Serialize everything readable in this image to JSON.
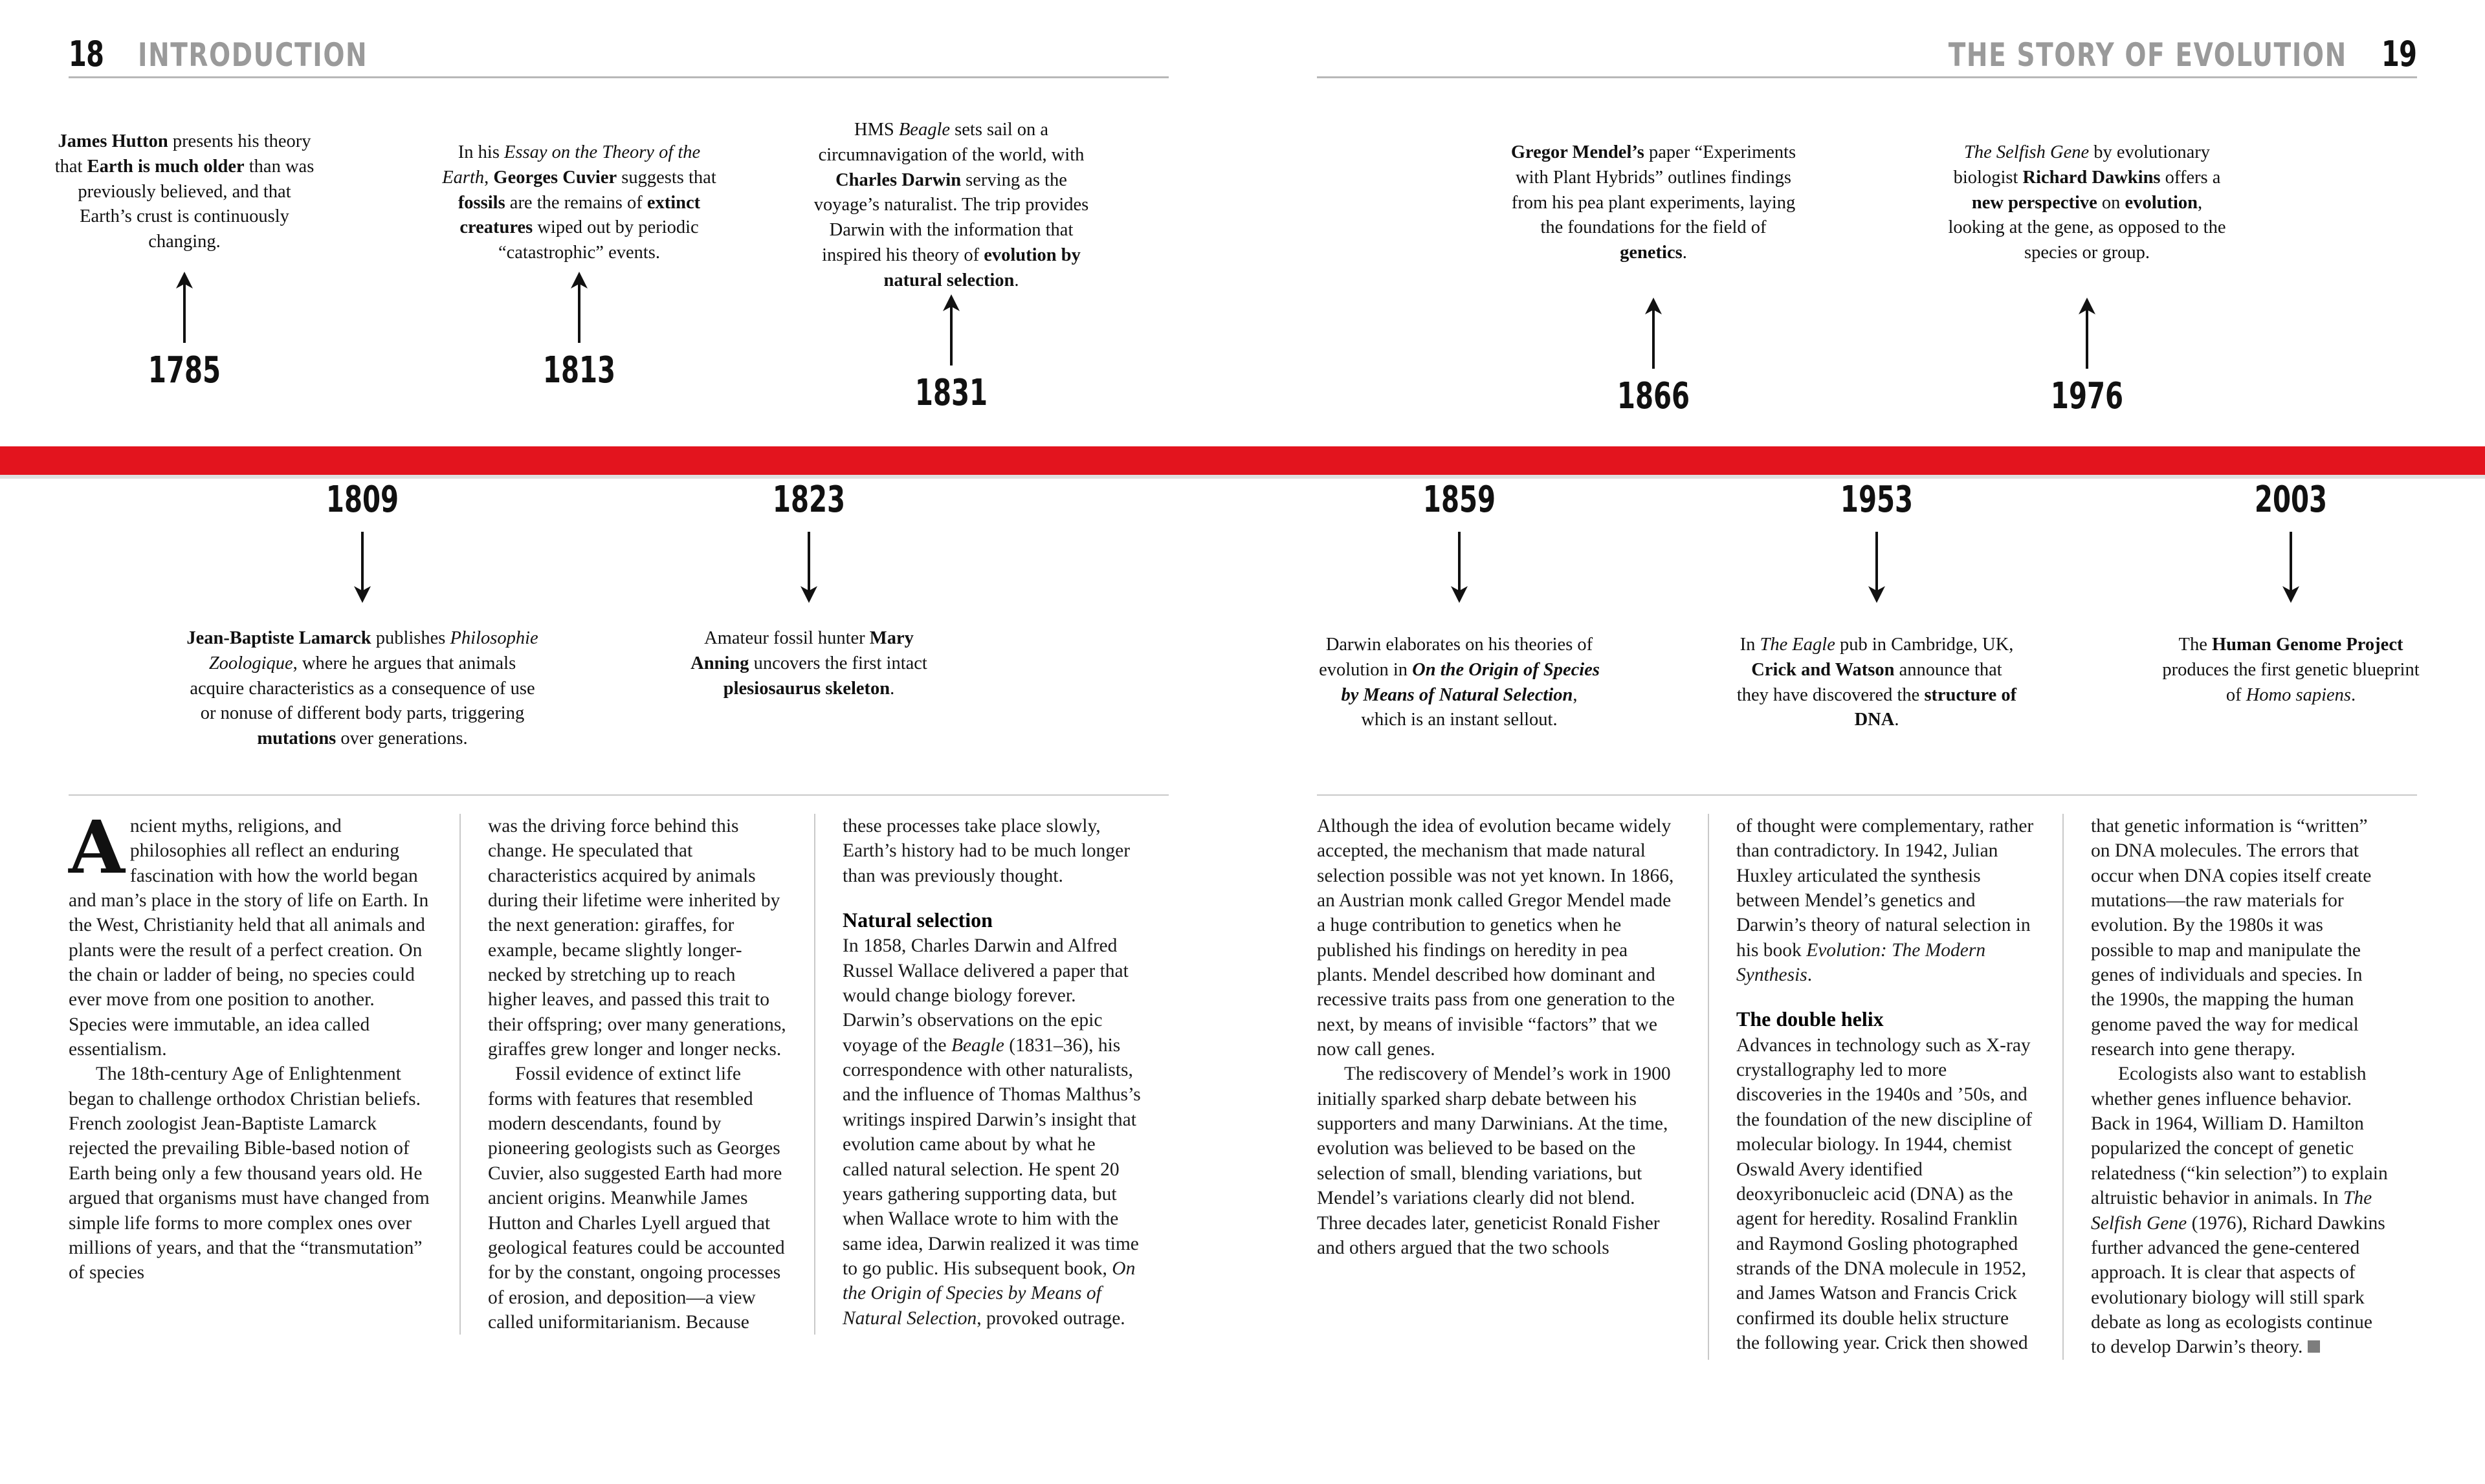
{
  "spread": {
    "left_page": {
      "folio": "18",
      "section": "INTRODUCTION"
    },
    "right_page": {
      "folio": "19",
      "section": "THE STORY OF EVOLUTION"
    },
    "accent_color": "#e3141e",
    "rule_color": "#c9c9c9",
    "section_color": "#9a9a9a"
  },
  "timeline": {
    "above": [
      {
        "year": "1785",
        "text_parts": [
          {
            "t": "James Hutton",
            "s": "b"
          },
          {
            "t": " presents his theory that ",
            "s": ""
          },
          {
            "t": "Earth is much older",
            "s": "b"
          },
          {
            "t": " than was previously believed, and that Earth’s crust is continuously changing.",
            "s": ""
          }
        ]
      },
      {
        "year": "1813",
        "text_parts": [
          {
            "t": "In his ",
            "s": ""
          },
          {
            "t": "Essay on the Theory of the Earth",
            "s": "i"
          },
          {
            "t": ", ",
            "s": ""
          },
          {
            "t": "Georges Cuvier",
            "s": "b"
          },
          {
            "t": " suggests that ",
            "s": ""
          },
          {
            "t": "fossils",
            "s": "b"
          },
          {
            "t": " are the remains of ",
            "s": ""
          },
          {
            "t": "extinct creatures",
            "s": "b"
          },
          {
            "t": " wiped out by periodic “catastrophic” events.",
            "s": ""
          }
        ]
      },
      {
        "year": "1831",
        "text_parts": [
          {
            "t": "HMS ",
            "s": ""
          },
          {
            "t": "Beagle",
            "s": "i"
          },
          {
            "t": " sets sail on a circumnavigation of the world, with ",
            "s": ""
          },
          {
            "t": "Charles Darwin",
            "s": "b"
          },
          {
            "t": " serving as the voyage’s naturalist. The trip provides Darwin with the information that inspired his theory of ",
            "s": ""
          },
          {
            "t": "evolution by natural selection",
            "s": "b"
          },
          {
            "t": ".",
            "s": ""
          }
        ]
      },
      {
        "year": "1866",
        "text_parts": [
          {
            "t": "Gregor Mendel’s",
            "s": "b"
          },
          {
            "t": " paper “Experiments with Plant Hybrids” outlines findings from his pea plant experiments, laying the foundations for the field of ",
            "s": ""
          },
          {
            "t": "genetics",
            "s": "b"
          },
          {
            "t": ".",
            "s": ""
          }
        ]
      },
      {
        "year": "1976",
        "text_parts": [
          {
            "t": "The Selfish Gene",
            "s": "i"
          },
          {
            "t": " by evolutionary biologist ",
            "s": ""
          },
          {
            "t": "Richard Dawkins",
            "s": "b"
          },
          {
            "t": " offers a ",
            "s": ""
          },
          {
            "t": "new perspective",
            "s": "b"
          },
          {
            "t": " on ",
            "s": ""
          },
          {
            "t": "evolution",
            "s": "b"
          },
          {
            "t": ", looking at the gene, as opposed to the species or group.",
            "s": ""
          }
        ]
      }
    ],
    "below": [
      {
        "year": "1809",
        "text_parts": [
          {
            "t": "Jean-Baptiste Lamarck",
            "s": "b"
          },
          {
            "t": " publishes ",
            "s": ""
          },
          {
            "t": "Philosophie Zoologique",
            "s": "i"
          },
          {
            "t": ", where he argues that animals acquire characteristics as a consequence of use or nonuse of different body parts, triggering ",
            "s": ""
          },
          {
            "t": "mutations",
            "s": "b"
          },
          {
            "t": " over generations.",
            "s": ""
          }
        ]
      },
      {
        "year": "1823",
        "text_parts": [
          {
            "t": "Amateur fossil hunter ",
            "s": ""
          },
          {
            "t": "Mary Anning",
            "s": "b"
          },
          {
            "t": " uncovers the first intact ",
            "s": ""
          },
          {
            "t": "plesiosaurus skeleton",
            "s": "b"
          },
          {
            "t": ".",
            "s": ""
          }
        ]
      },
      {
        "year": "1859",
        "text_parts": [
          {
            "t": "Darwin elaborates on his theories of evolution in ",
            "s": ""
          },
          {
            "t": "On the Origin of Species by Means of Natural Selection",
            "s": "bi"
          },
          {
            "t": ", which is an instant sellout.",
            "s": ""
          }
        ]
      },
      {
        "year": "1953",
        "text_parts": [
          {
            "t": "In ",
            "s": ""
          },
          {
            "t": "The Eagle",
            "s": "i"
          },
          {
            "t": " pub in Cambridge, UK, ",
            "s": ""
          },
          {
            "t": "Crick and Watson",
            "s": "b"
          },
          {
            "t": " announce that they have discovered the ",
            "s": ""
          },
          {
            "t": "structure of DNA",
            "s": "b"
          },
          {
            "t": ".",
            "s": ""
          }
        ]
      },
      {
        "year": "2003",
        "text_parts": [
          {
            "t": "The ",
            "s": ""
          },
          {
            "t": "Human Genome Project",
            "s": "b"
          },
          {
            "t": " produces the first genetic blueprint of ",
            "s": ""
          },
          {
            "t": "Homo sapiens",
            "s": "i"
          },
          {
            "t": ".",
            "s": ""
          }
        ]
      }
    ]
  },
  "article": {
    "columns": [
      {
        "id": "col-1",
        "blocks": [
          {
            "type": "p-dropcap",
            "dropcap": "A",
            "parts": [
              {
                "t": "ncient myths, religions, and philosophies all reflect an enduring fascination with how the world began and man’s place in the story of life on Earth. In the West, Christianity held that all animals and plants were the result of a perfect creation. On the chain or ladder of being, no species could ever move from one position to another. Species were immutable, an idea called essentialism.",
                "s": ""
              }
            ]
          },
          {
            "type": "p-indent",
            "parts": [
              {
                "t": "The 18th-century Age of Enlightenment began to challenge orthodox Christian beliefs. French zoologist Jean-Baptiste Lamarck rejected the prevailing Bible-based notion of Earth being only a few thousand years old. He argued that organisms must have changed from simple life forms to more complex ones over millions of years, and that the “transmutation” of species",
                "s": ""
              }
            ]
          }
        ]
      },
      {
        "id": "col-2",
        "blocks": [
          {
            "type": "p",
            "parts": [
              {
                "t": "was the driving force behind this change. He speculated that characteristics acquired by animals during their lifetime were inherited by the next generation: giraffes, for example, became slightly longer-necked by stretching up to reach higher leaves, and passed this trait to their offspring; over many generations, giraffes grew longer and longer necks.",
                "s": ""
              }
            ]
          },
          {
            "type": "p-indent",
            "parts": [
              {
                "t": "Fossil evidence of extinct life forms with features that resembled modern descendants, found by pioneering geologists such as Georges Cuvier, also suggested Earth had more ancient origins. Meanwhile James Hutton and Charles Lyell argued that geological features could be accounted for by the constant, ongoing processes of erosion, and deposition—a view called uniformitarianism. Because",
                "s": ""
              }
            ]
          }
        ]
      },
      {
        "id": "col-3",
        "blocks": [
          {
            "type": "p",
            "parts": [
              {
                "t": "these processes take place slowly, Earth’s history had to be much longer than was previously thought.",
                "s": ""
              }
            ]
          },
          {
            "type": "h3",
            "heading": "Natural selection"
          },
          {
            "type": "p",
            "parts": [
              {
                "t": "In 1858, Charles Darwin and Alfred Russel Wallace delivered a paper that would change biology forever. Darwin’s observations on the epic voyage of the ",
                "s": ""
              },
              {
                "t": "Beagle",
                "s": "i"
              },
              {
                "t": " (1831–36), his correspondence with other naturalists, and the influence of Thomas Malthus’s writings inspired Darwin’s insight that evolution came about by what he called natural selection. He spent 20 years gathering supporting data, but when Wallace wrote to him with the same idea, Darwin realized it was time to go public. His subsequent book, ",
                "s": ""
              },
              {
                "t": "On the Origin of Species by Means of Natural Selection",
                "s": "i"
              },
              {
                "t": ", provoked outrage.",
                "s": ""
              }
            ]
          }
        ]
      },
      {
        "id": "col-4",
        "blocks": [
          {
            "type": "p",
            "parts": [
              {
                "t": "Although the idea of evolution became widely accepted, the mechanism that made natural selection possible was not yet known. In 1866, an Austrian monk called Gregor Mendel made a huge contribution to genetics when he published his findings on heredity in pea plants. Mendel described how dominant and recessive traits pass from one generation to the next, by means of invisible “factors” that we now call genes.",
                "s": ""
              }
            ]
          },
          {
            "type": "p-indent",
            "parts": [
              {
                "t": "The rediscovery of Mendel’s work in 1900 initially sparked sharp debate between his supporters and many Darwinians. At the time, evolution was believed to be based on the selection of small, blending variations, but Mendel’s variations clearly did not blend. Three decades later, geneticist Ronald Fisher and others argued that the two schools",
                "s": ""
              }
            ]
          }
        ]
      },
      {
        "id": "col-5",
        "blocks": [
          {
            "type": "p",
            "parts": [
              {
                "t": "of thought were complementary, rather than contradictory. In 1942, Julian Huxley articulated the synthesis between Mendel’s genetics and Darwin’s theory of natural selection in his book ",
                "s": ""
              },
              {
                "t": "Evolution: The Modern Synthesis",
                "s": "i"
              },
              {
                "t": ".",
                "s": ""
              }
            ]
          },
          {
            "type": "h3",
            "heading": "The double helix"
          },
          {
            "type": "p",
            "parts": [
              {
                "t": "Advances in technology such as X-ray crystallography led to more discoveries in the 1940s and ’50s, and the foundation of the new discipline of molecular biology. In 1944, chemist Oswald Avery identified deoxyribonucleic acid (DNA) as the agent for heredity. Rosalind Franklin and Raymond Gosling photographed strands of the DNA molecule in 1952, and James Watson and Francis Crick confirmed its double helix structure the following year. Crick then showed",
                "s": ""
              }
            ]
          }
        ]
      },
      {
        "id": "col-6",
        "blocks": [
          {
            "type": "p",
            "parts": [
              {
                "t": "that genetic information is “written” on DNA molecules. The errors that occur when DNA copies itself create mutations—the raw materials for evolution. By the 1980s it was possible to map and manipulate the genes of individuals and species. In the 1990s, the mapping the human genome paved the way for medical research into gene therapy.",
                "s": ""
              }
            ]
          },
          {
            "type": "p-indent-end",
            "parts": [
              {
                "t": "Ecologists also want to establish whether genes influence behavior. Back in 1964, William D. Hamilton popularized the concept of genetic relatedness (“kin selection”) to explain altruistic behavior in animals. In ",
                "s": ""
              },
              {
                "t": "The Selfish Gene",
                "s": "i"
              },
              {
                "t": " (1976), Richard Dawkins further advanced the gene-centered approach. It is clear that aspects of evolutionary biology will still spark debate as long as ecologists continue to develop Darwin’s theory.",
                "s": ""
              }
            ]
          }
        ]
      }
    ]
  }
}
